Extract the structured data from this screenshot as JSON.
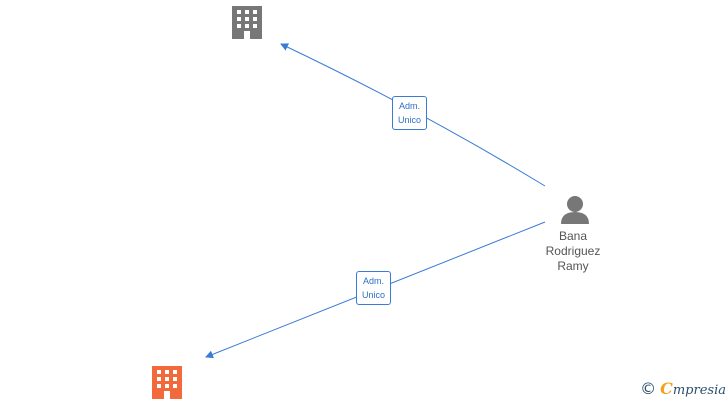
{
  "nodes": {
    "company_top": {
      "type": "company",
      "color": "#777777",
      "icon": "building-icon"
    },
    "company_bottom": {
      "type": "company",
      "color": "#f26a3c",
      "icon": "building-icon"
    },
    "person": {
      "type": "person",
      "color": "#777777",
      "icon": "person-icon",
      "name_lines": [
        "Bana",
        "Rodriguez",
        "Ramy"
      ]
    }
  },
  "edges": [
    {
      "from": "person",
      "to": "company_top",
      "label_lines": [
        "Adm.",
        "Unico"
      ]
    },
    {
      "from": "person",
      "to": "company_bottom",
      "label_lines": [
        "Adm.",
        "Unico"
      ]
    }
  ],
  "colors": {
    "edge": "#3a7bd5",
    "label_text": "#2f6fc4"
  },
  "watermark": {
    "copyright": "©",
    "brand_first": "C",
    "brand_rest": "mpresia"
  }
}
